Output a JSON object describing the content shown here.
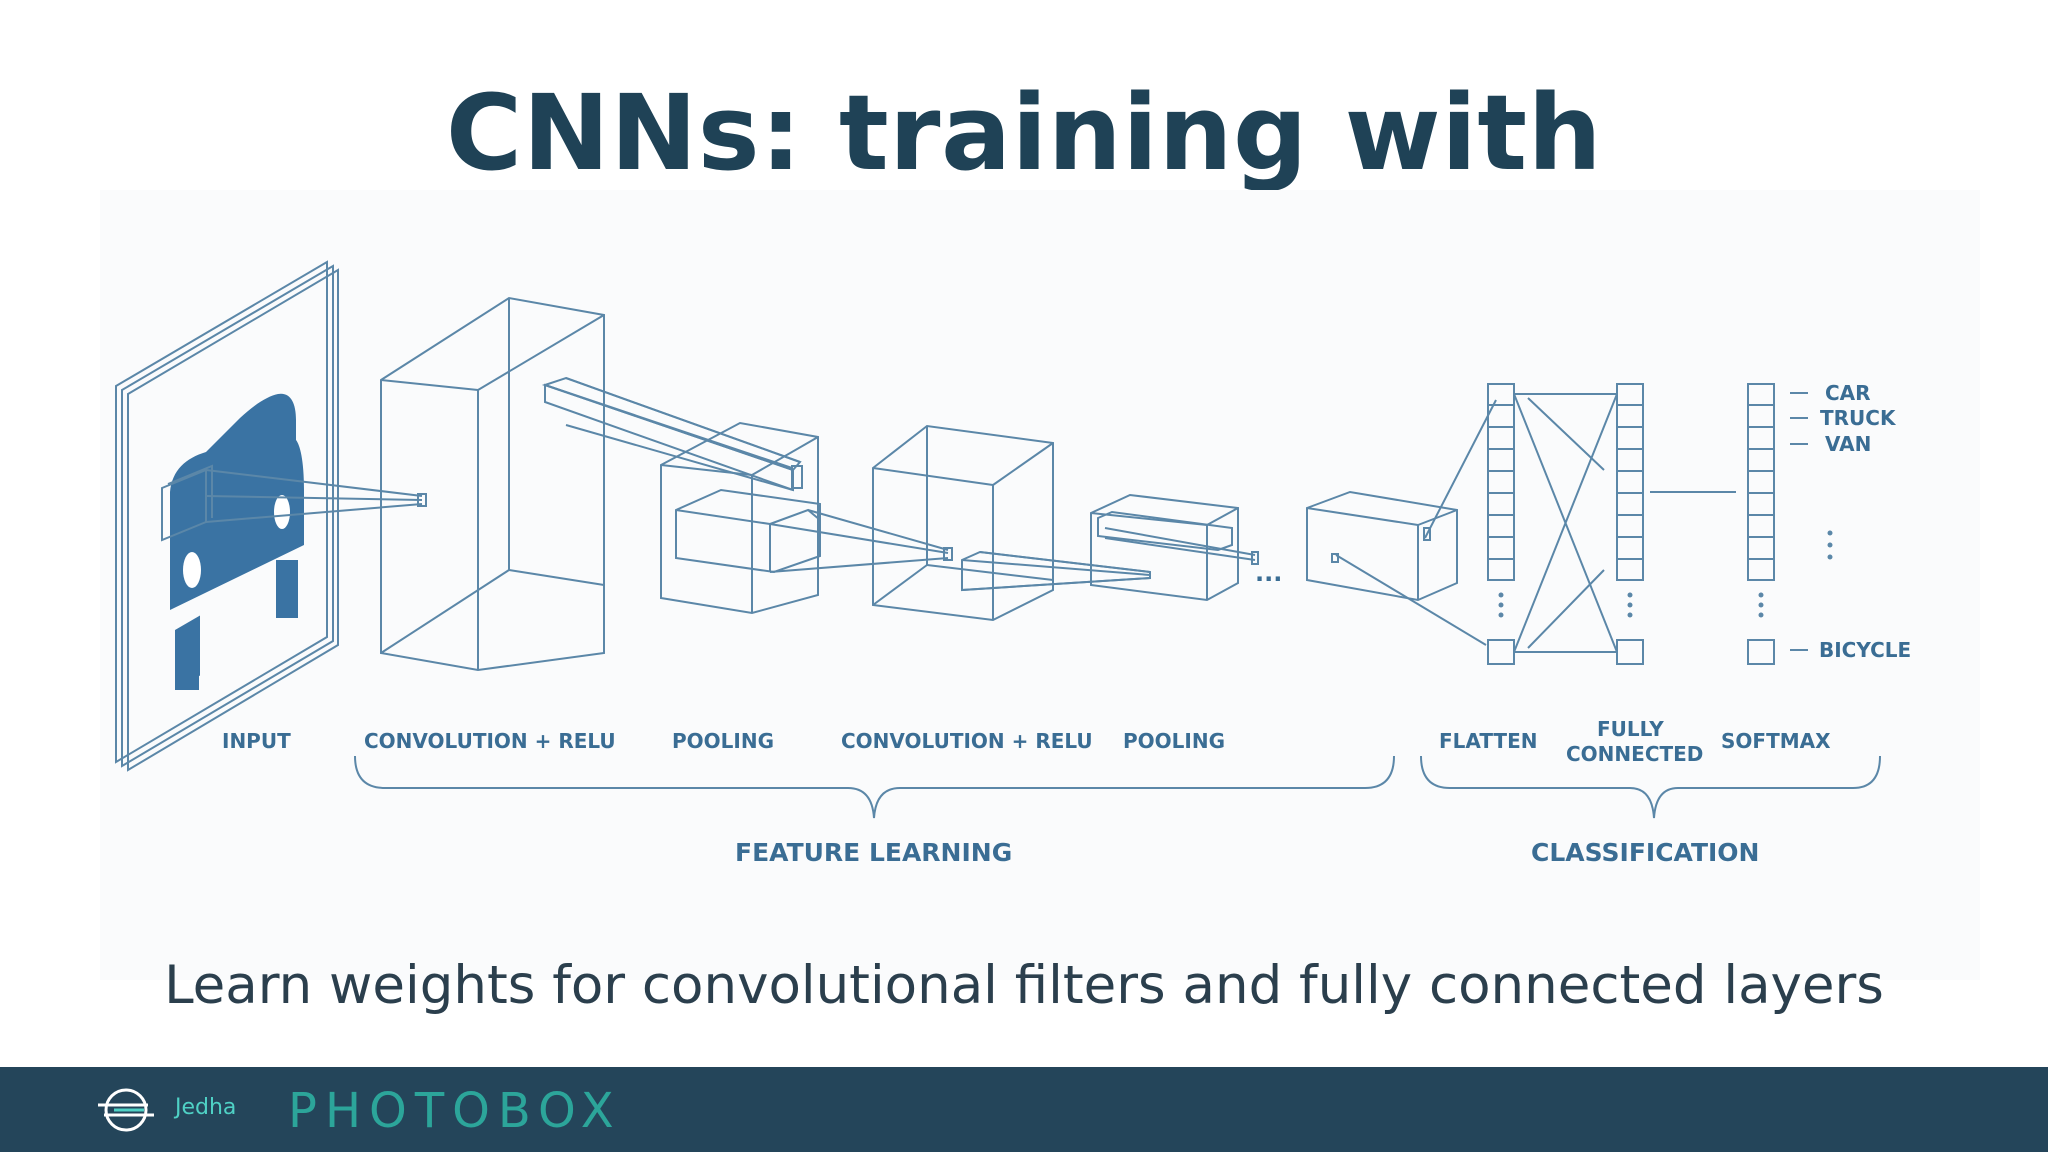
{
  "slide": {
    "title": "CNNs: training with backpropagation",
    "caption": "Learn weights for convolutional filters and fully connected layers"
  },
  "diagram": {
    "stage_labels": {
      "input": "INPUT",
      "conv1": "CONVOLUTION + RELU",
      "pool1": "POOLING",
      "conv2": "CONVOLUTION + RELU",
      "pool2": "POOLING",
      "flatten": "FLATTEN",
      "fully_line1": "FULLY",
      "fully_line2": "CONNECTED",
      "softmax": "SOFTMAX"
    },
    "group_labels": {
      "feature": "FEATURE LEARNING",
      "classification": "CLASSIFICATION"
    },
    "classes": [
      "CAR",
      "TRUCK",
      "VAN",
      "BICYCLE"
    ],
    "ellipsis": "...",
    "line_color": "#5b87a8",
    "fill_color": "#3a73a3",
    "label_color": "#3a6d94"
  },
  "footer": {
    "brand": "Jedha",
    "partner": "PHOTOBOX",
    "background": "#24455a"
  }
}
